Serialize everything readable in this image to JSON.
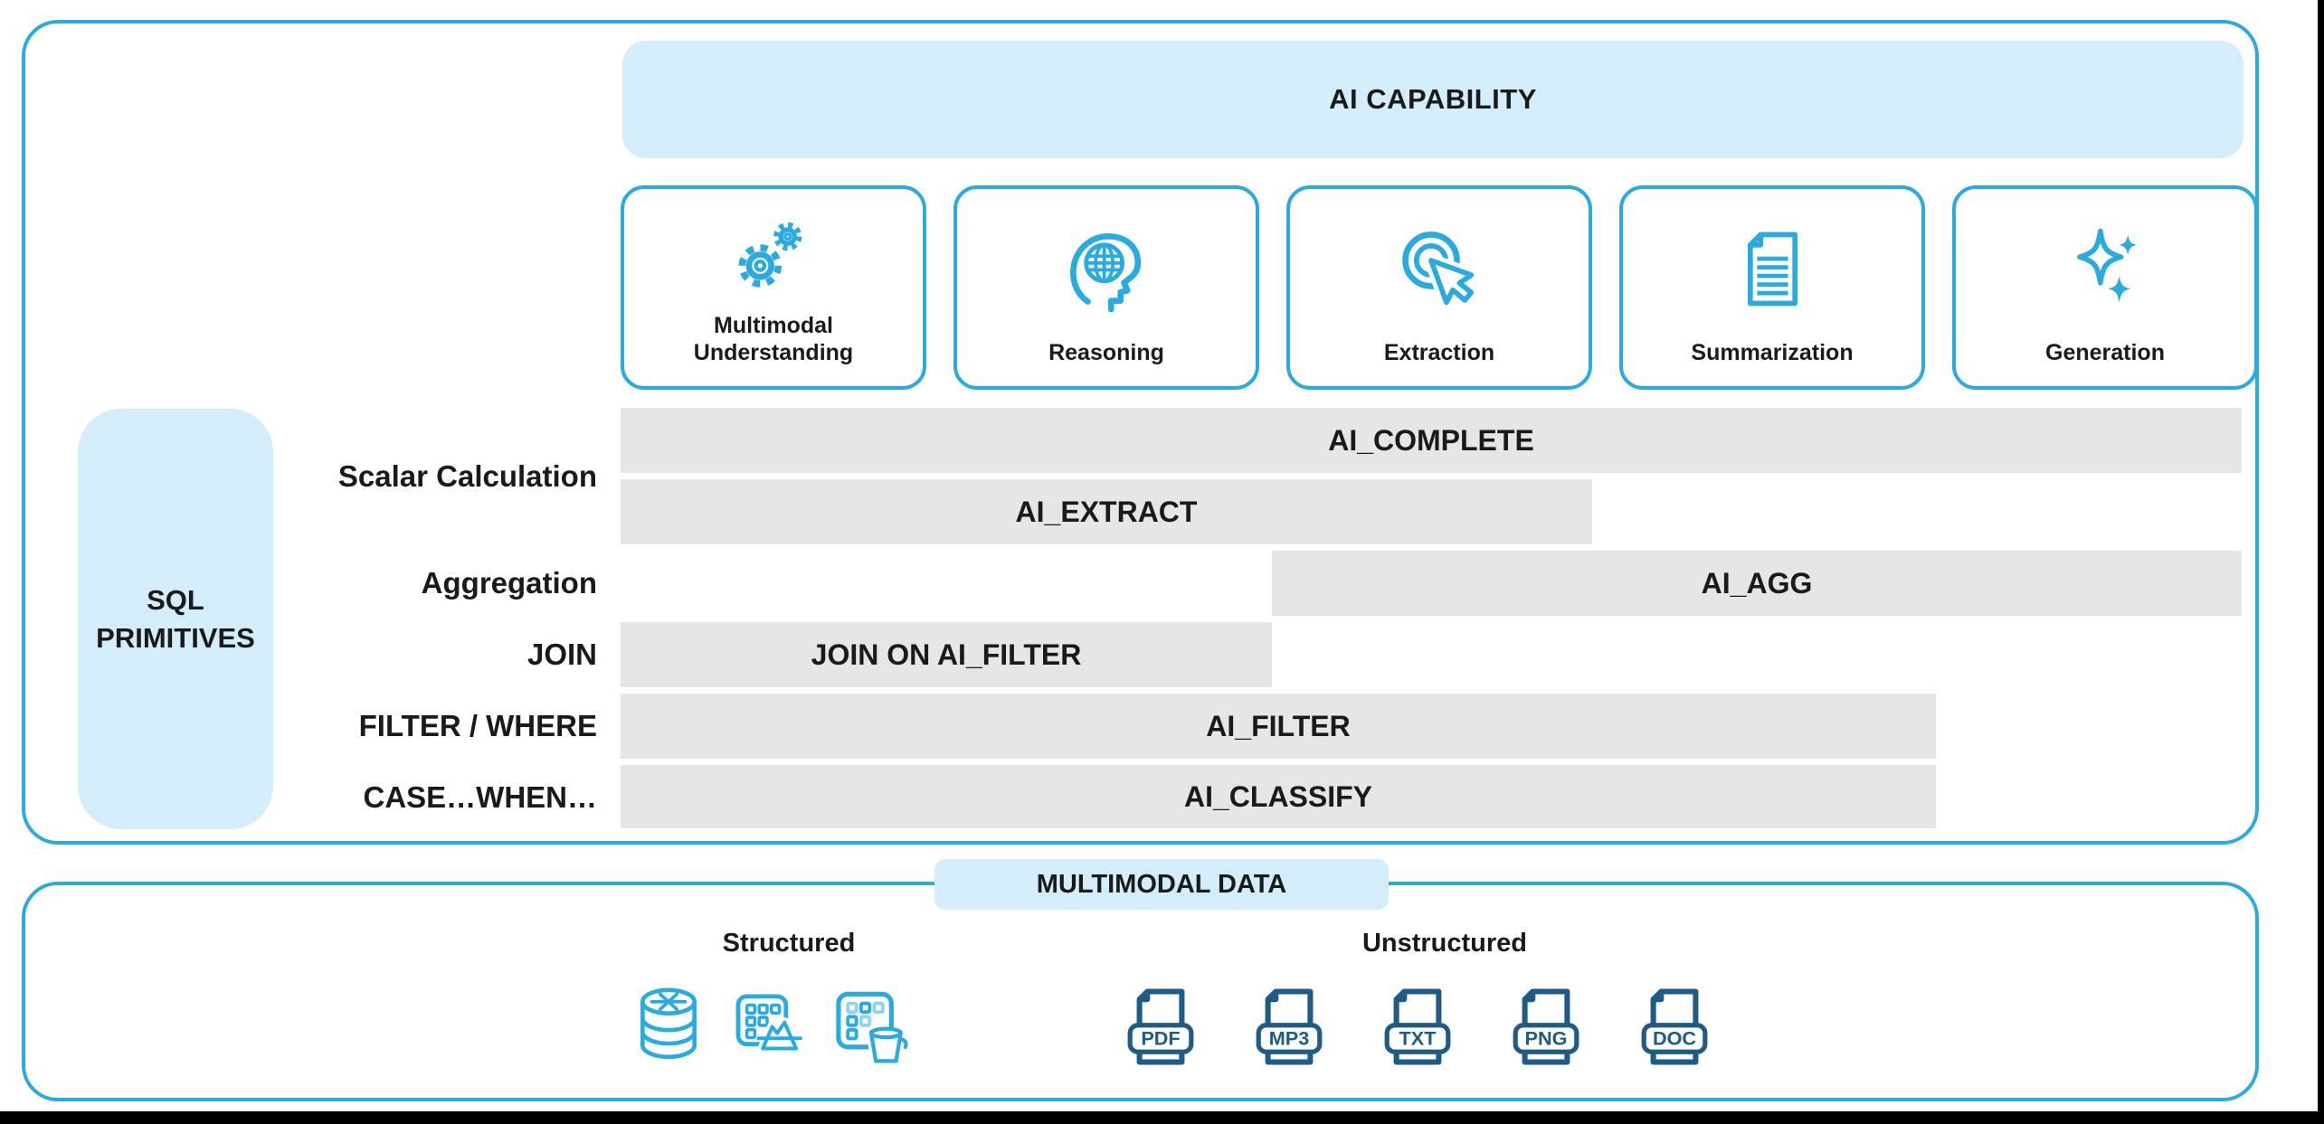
{
  "colors": {
    "accent": "#29ABE2",
    "panel_fill": "#D3EDFA",
    "bar_fill": "#E6E6E6",
    "file_icon_navy": "#1E5B86",
    "text": "#1A1A1A"
  },
  "ai_capability": {
    "title": "AI CAPABILITY",
    "cards": [
      {
        "label": "Multimodal Understanding",
        "icon": "gears-icon"
      },
      {
        "label": "Reasoning",
        "icon": "head-globe-icon"
      },
      {
        "label": "Extraction",
        "icon": "cursor-click-icon"
      },
      {
        "label": "Summarization",
        "icon": "document-lines-icon"
      },
      {
        "label": "Generation",
        "icon": "sparkles-icon"
      }
    ]
  },
  "sql_primitives": {
    "title": "SQL PRIMITIVES",
    "row_labels": [
      "Scalar Calculation",
      "Aggregation",
      "JOIN",
      "FILTER / WHERE",
      "CASE…WHEN…"
    ],
    "bars": {
      "ai_complete": "AI_COMPLETE",
      "ai_extract": "AI_EXTRACT",
      "ai_agg": "AI_AGG",
      "join_on_ai_filter": "JOIN ON AI_FILTER",
      "ai_filter": "AI_FILTER",
      "ai_classify": "AI_CLASSIFY"
    }
  },
  "multimodal_data": {
    "title": "MULTIMODAL DATA",
    "structured": {
      "label": "Structured"
    },
    "unstructured": {
      "label": "Unstructured",
      "files": [
        "PDF",
        "MP3",
        "TXT",
        "PNG",
        "DOC"
      ]
    }
  }
}
